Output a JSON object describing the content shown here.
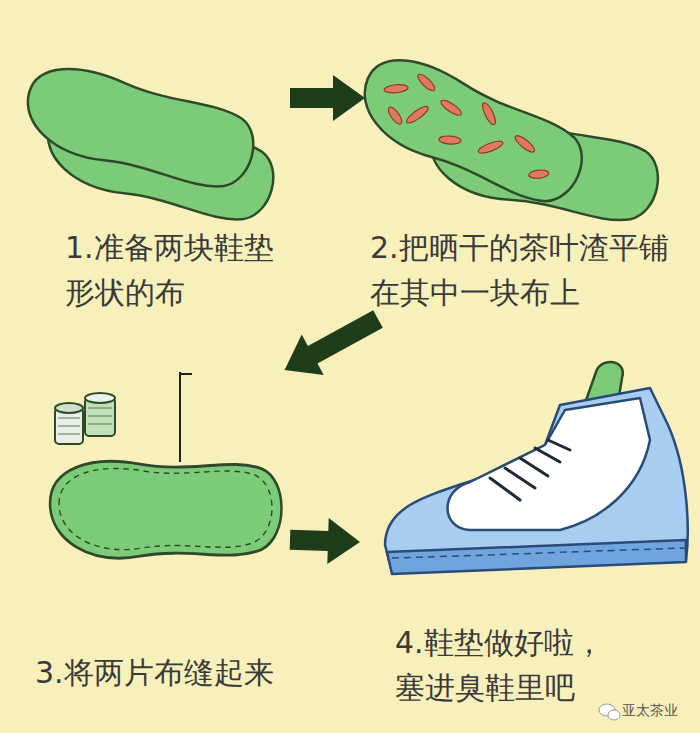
{
  "diagram": {
    "nodes": [
      {
        "text": [
          "1.准备两块鞋垫形状的布"
        ]
      },
      {
        "text": [
          "2.把晒干的茶叶渣平铺在其中一块布上"
        ]
      },
      {
        "text": [
          "3.将两片布缝起来"
        ]
      },
      {
        "text": [
          "4.鞋垫做好啦，塞进臭鞋里吧"
        ]
      }
    ],
    "edges": [
      {
        "from": 0,
        "to": 1,
        "arrow": "to"
      },
      {
        "from": 1,
        "to": 2,
        "arrow": "to"
      },
      {
        "from": 2,
        "to": 3,
        "arrow": "to"
      }
    ],
    "labels": [
      "亚太茶业"
    ]
  }
}
